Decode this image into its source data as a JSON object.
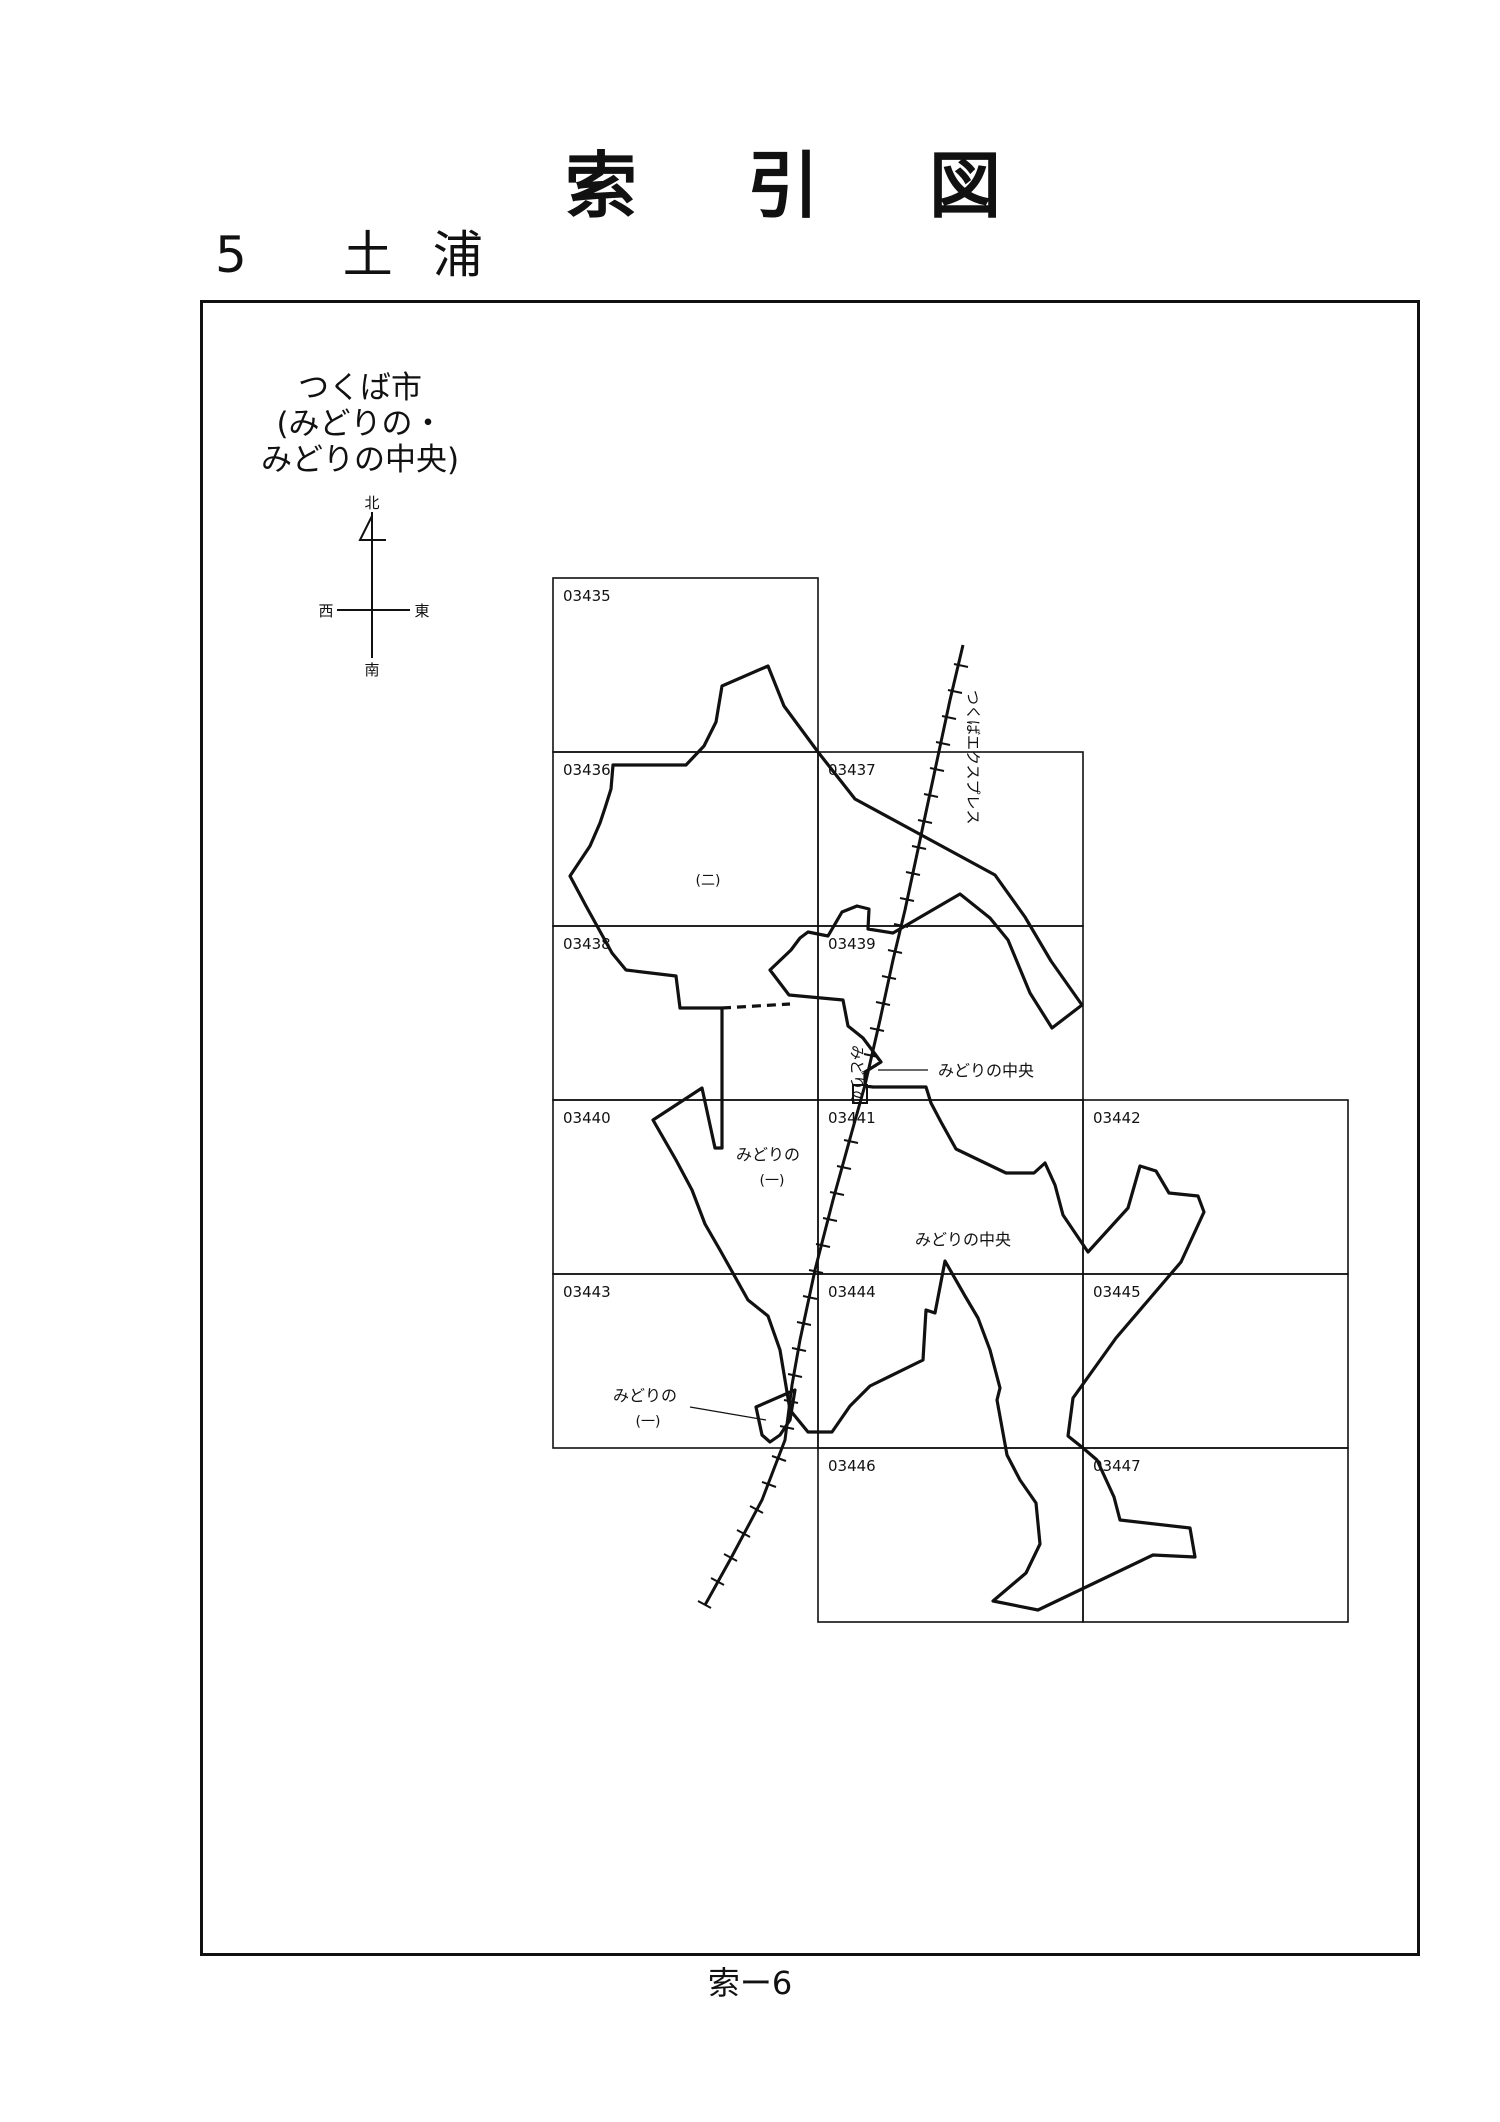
{
  "header": {
    "title": "索引図",
    "subtitle": "5 土浦"
  },
  "city": {
    "line1": "つくば市",
    "line2": "(みどりの・",
    "line3": "みどりの中央)"
  },
  "compass": {
    "north": "北",
    "south": "南",
    "east": "東",
    "west": "西"
  },
  "railway": {
    "name": "つくばエクスプレス"
  },
  "grid": {
    "cells": [
      {
        "id": "03435"
      },
      {
        "id": "03436"
      },
      {
        "id": "03437"
      },
      {
        "id": "03438"
      },
      {
        "id": "03439"
      },
      {
        "id": "03440"
      },
      {
        "id": "03441"
      },
      {
        "id": "03442"
      },
      {
        "id": "03443"
      },
      {
        "id": "03444"
      },
      {
        "id": "03445"
      },
      {
        "id": "03446"
      },
      {
        "id": "03447"
      }
    ]
  },
  "map_labels": {
    "midori_ni": "(二)",
    "midori_chuo_callout": "みどりの中央",
    "midori_station": "みどりの",
    "midori_1_name": "みどりの",
    "midori_1_num": "(一)",
    "midori_chuo_main": "みどりの中央",
    "midori_1_lower_name": "みどりの",
    "midori_1_lower_num": "(一)"
  },
  "footer": {
    "page": "索ー6"
  }
}
